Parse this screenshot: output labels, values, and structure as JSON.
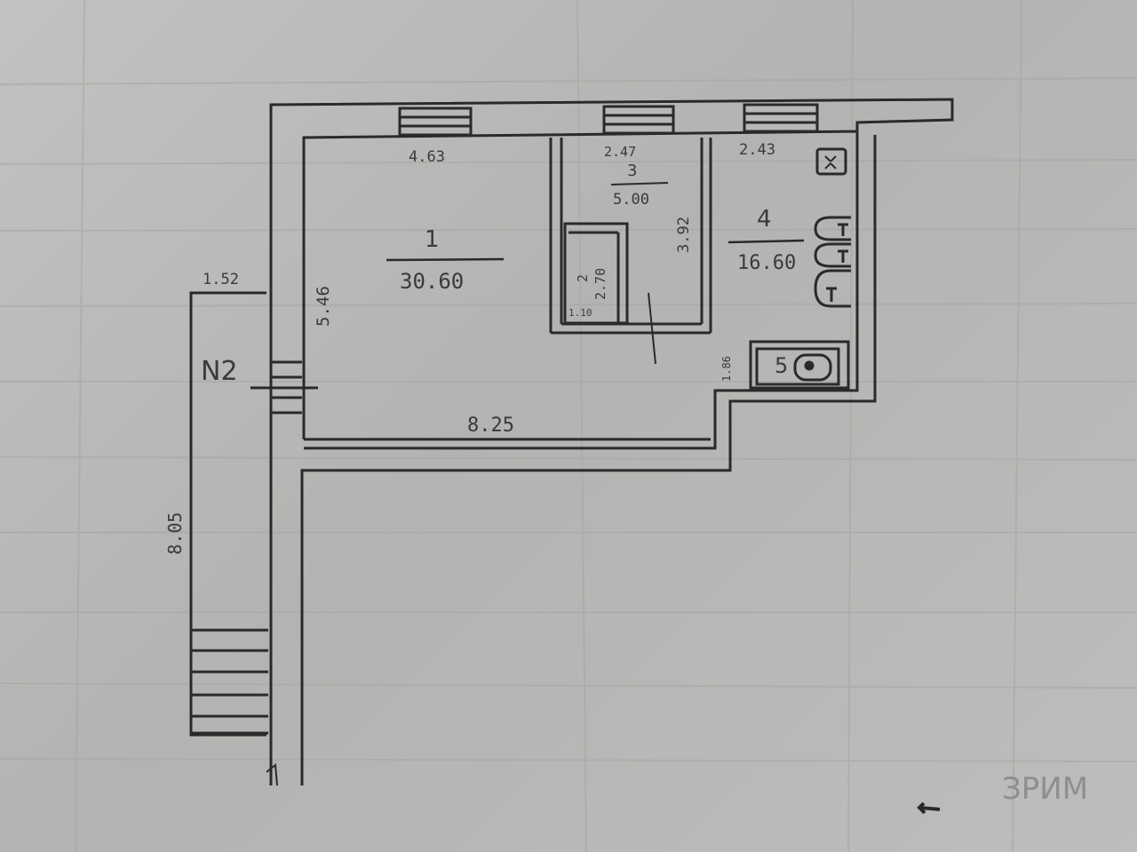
{
  "rooms": [
    {
      "number": "1",
      "area": "30.60"
    },
    {
      "number": "2",
      "area": "2.70"
    },
    {
      "number": "3",
      "area": "5.00"
    },
    {
      "number": "4",
      "area": "16.60"
    },
    {
      "number": "5",
      "area": ""
    }
  ],
  "dimensions": {
    "top_left": "4.63",
    "top_middle": "2.47",
    "top_right": "2.43",
    "left_wall": "5.46",
    "bottom": "8.25",
    "room3_side": "3.92",
    "room2_width": "1.10",
    "small": "1.86",
    "stair_top": "1.52",
    "stair_length": "8.05"
  },
  "entrance_label": "N2",
  "corner_text": "ЗРИМ"
}
